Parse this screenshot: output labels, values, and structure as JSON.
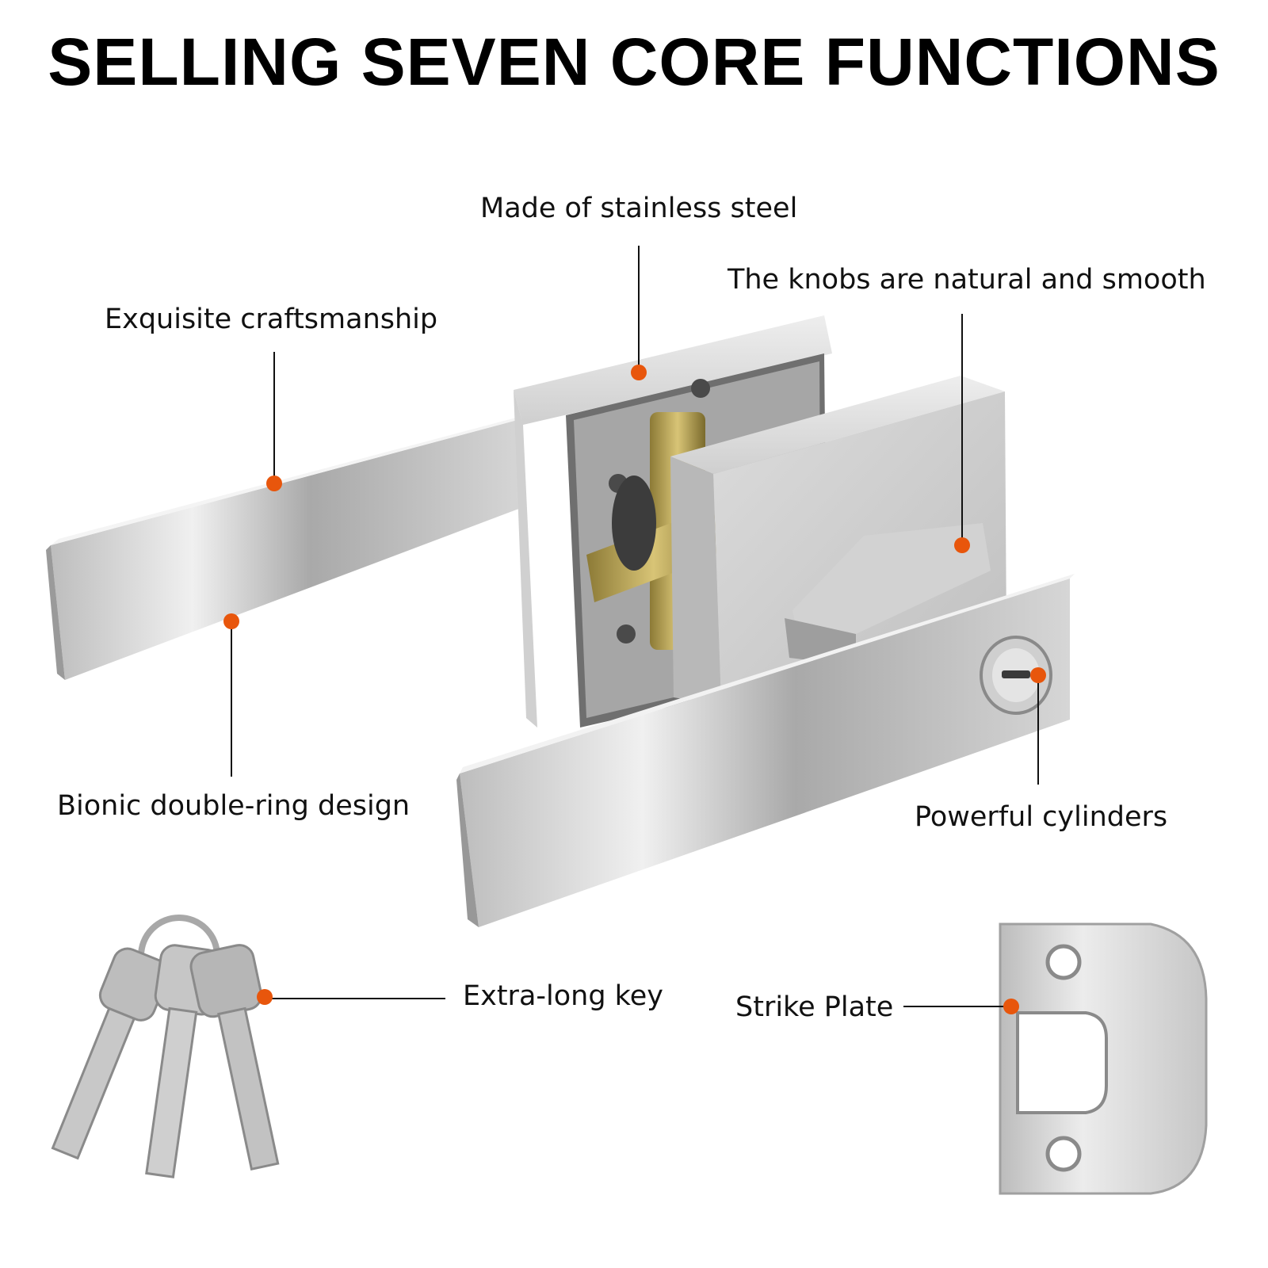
{
  "title": "SELLING SEVEN CORE FUNCTIONS",
  "callouts": {
    "stainless": "Made of stainless steel",
    "knobs": "The knobs are natural and smooth",
    "craftsmanship": "Exquisite craftsmanship",
    "bionic": "Bionic double-ring design",
    "cylinders": "Powerful cylinders",
    "key": "Extra-long key",
    "strike": "Strike Plate"
  },
  "colors": {
    "marker": "#e8560c",
    "metal_light": "#e6e6e6",
    "metal_mid": "#c4c4c4",
    "metal_dark": "#8e8e8e",
    "brass": "#c9b25a"
  }
}
